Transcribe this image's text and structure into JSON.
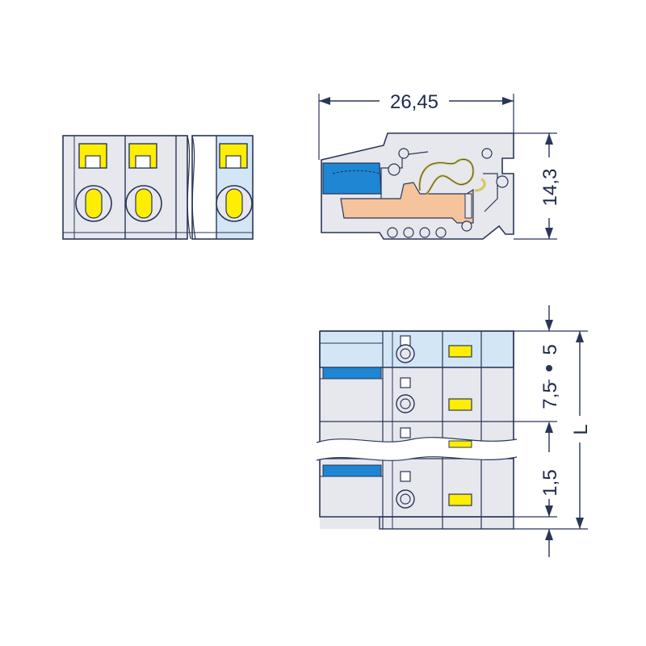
{
  "dimensions": {
    "width": "26,45",
    "height": "14,3",
    "pitch_first": "5",
    "pitch": "7,5",
    "offset": "1,5",
    "length": "L"
  },
  "colors": {
    "outline": "#2a3657",
    "housing": "#e6e8ee",
    "housing_edge": "#c9ccd6",
    "marker_blue": "#d2e6f5",
    "release_yellow": "#ffee00",
    "actuator_blue": "#1e86d3",
    "contact_orange": "#f5c39c",
    "spring_yellow": "#d8c65a"
  }
}
